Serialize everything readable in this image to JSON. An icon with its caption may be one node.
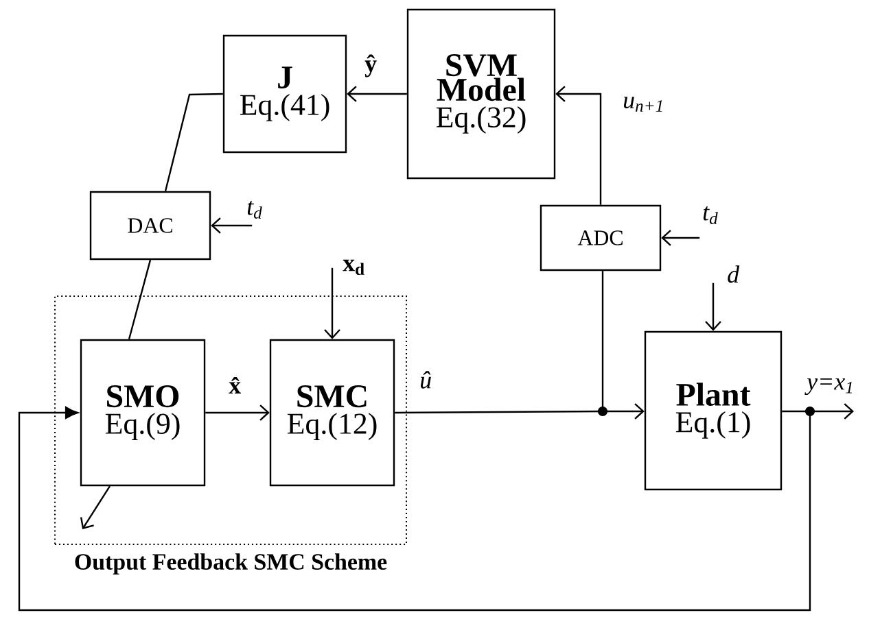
{
  "diagram": {
    "nodes": [
      {
        "text": [
          "J",
          "Eq.(41)"
        ]
      },
      {
        "text": [
          "SVM Model",
          "Eq.(32)"
        ]
      },
      {
        "text": [
          "DAC"
        ]
      },
      {
        "text": [
          "ADC"
        ]
      },
      {
        "text": [
          "Output Feedback SMC Scheme"
        ]
      },
      {
        "text": [
          "SMO",
          "Eq.(9)"
        ],
        "in": 4
      },
      {
        "text": [
          "SMC",
          "Eq.(12)"
        ],
        "in": 4
      },
      {
        "text": [
          "Plant",
          "Eq.(1)"
        ]
      },
      {
        "text": [],
        "shape": "circle"
      },
      {
        "text": [],
        "shape": "circle"
      }
    ],
    "edges": [
      {
        "from": 1,
        "to": 0,
        "arrow": "to",
        "label": "ŷ"
      },
      {
        "from": 0,
        "to": 2,
        "arrow": "none"
      },
      {
        "from": 2,
        "to": 5,
        "arrow": "none"
      },
      {
        "from": 3,
        "to": 1,
        "arrow": "to",
        "label": "u$_{n+1}$"
      },
      {
        "from": 8,
        "to": 3,
        "arrow": "none"
      },
      {
        "from": 5,
        "to": 6,
        "arrow": "to",
        "label": "x̂"
      },
      {
        "from": 6,
        "to": 8,
        "arrow": "none",
        "label": "û"
      },
      {
        "from": 8,
        "to": 7,
        "arrow": "to"
      },
      {
        "from": 7,
        "to": 9,
        "arrow": "none",
        "label": "y=x$_{1}$"
      },
      {
        "from": 9,
        "to": null,
        "arrow": "to"
      },
      {
        "from": 9,
        "to": 5,
        "arrow": "to"
      },
      {
        "from": null,
        "to": 2,
        "arrow": "to",
        "label": "t$_{d}$"
      },
      {
        "from": null,
        "to": 3,
        "arrow": "to",
        "label": "t$_{d}$"
      },
      {
        "from": null,
        "to": 6,
        "arrow": "to",
        "label": "x$_{d}$"
      },
      {
        "from": null,
        "to": 7,
        "arrow": "to",
        "label": "d"
      },
      {
        "from": 5,
        "to": null,
        "arrow": "to"
      }
    ]
  }
}
